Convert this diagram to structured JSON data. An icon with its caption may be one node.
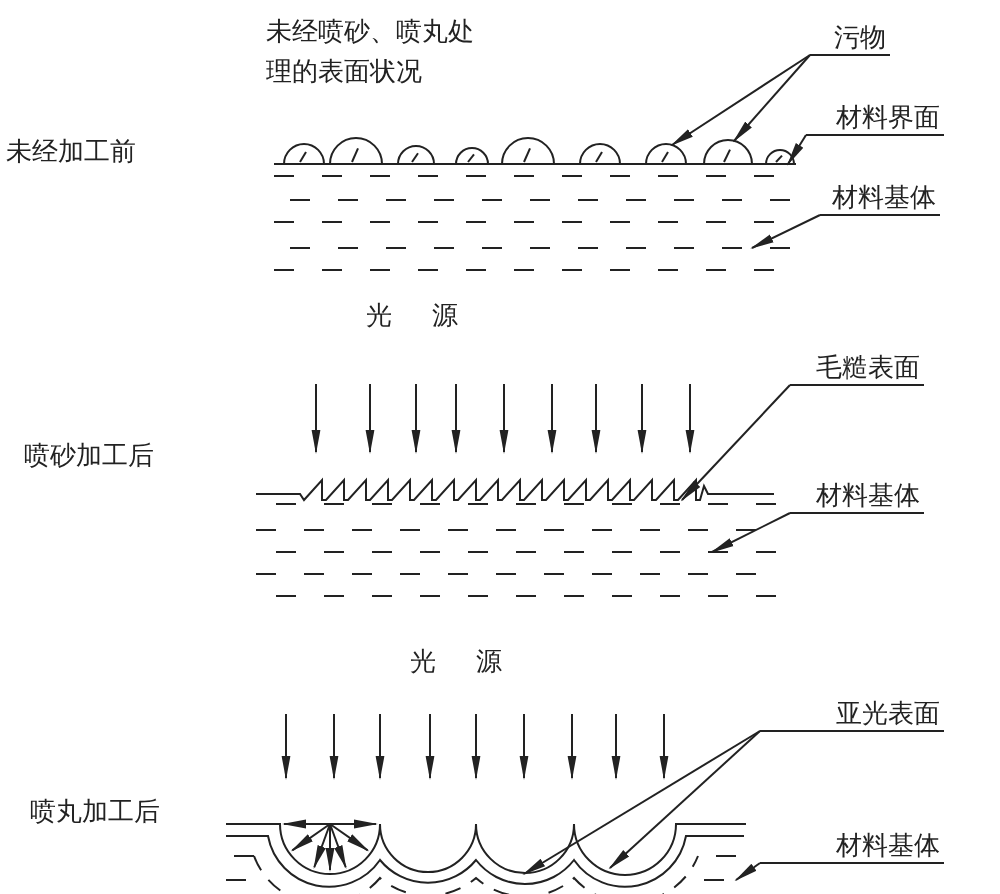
{
  "diagram": {
    "nodes": [
      {
        "text": [
          "污物"
        ]
      },
      {
        "text": [
          "材料界面"
        ]
      },
      {
        "text": [
          "材料基体"
        ]
      },
      {
        "text": [
          "毛糙表面"
        ]
      },
      {
        "text": [
          "材料基体"
        ]
      },
      {
        "text": [
          "亚光表面"
        ]
      },
      {
        "text": [
          "材料基体"
        ]
      },
      {
        "text": [],
        "shape": "semicircle"
      },
      {
        "text": [],
        "shape": "semicircle"
      },
      {
        "text": [],
        "shape": "line"
      },
      {
        "text": [],
        "shape": "layer"
      },
      {
        "text": [],
        "shape": "zigzag"
      },
      {
        "text": [],
        "shape": "layer"
      },
      {
        "text": [],
        "shape": "arc"
      },
      {
        "text": [],
        "shape": "layer"
      }
    ],
    "edges": [
      {
        "from": 0,
        "to": 7,
        "arrow": "to"
      },
      {
        "from": 0,
        "to": 8,
        "arrow": "to"
      },
      {
        "from": 1,
        "to": 9,
        "arrow": "to"
      },
      {
        "from": 2,
        "to": 10,
        "arrow": "to"
      },
      {
        "from": 3,
        "to": 11,
        "arrow": "to"
      },
      {
        "from": 4,
        "to": 12,
        "arrow": "to"
      },
      {
        "from": 5,
        "to": 13,
        "arrow": "to"
      },
      {
        "from": 5,
        "to": 13,
        "arrow": "to"
      },
      {
        "from": 6,
        "to": 14,
        "arrow": "to"
      }
    ],
    "labels": [
      "未经喷砂、喷丸处理的表面状况",
      "未经加工前",
      "光源",
      "喷砂加工后",
      "光源",
      "喷丸加工后"
    ]
  }
}
